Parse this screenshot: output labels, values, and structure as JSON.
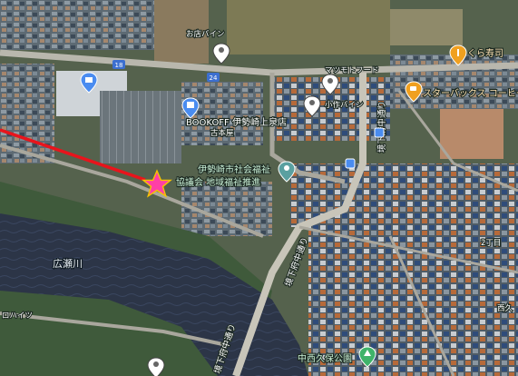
{
  "map": {
    "view": "satellite",
    "labels": {
      "river": "広瀬川",
      "road_left": "ロハイツ",
      "road_vertical_1": "境下府中通り",
      "road_vertical_2": "境下府中通り",
      "road_vertical_3": "境下府中通り",
      "road_top_marker": "お店バイン",
      "store_top": "マツモトフード",
      "store_chain": "くら寿司",
      "starbucks": "スターバックス コーヒー",
      "bookoff": "BOOKOFF 伊勢崎上泉店",
      "bookoff_sub": "古本屋",
      "welfare_line1": "伊勢崎市社会福祉",
      "welfare_line2": "協議会 地域福祉推進",
      "street_small": "小作バイン",
      "district": "2丁目",
      "park": "中西久保公園",
      "area_right": "西久",
      "route_18": "18",
      "route_24": "24"
    },
    "markers": {
      "highlight": {
        "icon": "star-marker-icon",
        "color": "#ff3fa6"
      },
      "pins": [
        {
          "name": "shopping-pin-icon",
          "color": "#4a8cf0"
        },
        {
          "name": "bookstore-pin-icon",
          "color": "#4a8cf0"
        },
        {
          "name": "location-pin-icon",
          "color": "#ffffff"
        },
        {
          "name": "cafe-pin-icon",
          "color": "#f0a020"
        },
        {
          "name": "restaurant-pin-icon",
          "color": "#f0a020"
        },
        {
          "name": "park-pin-icon",
          "color": "#3fb36a"
        },
        {
          "name": "bus-stop-icon",
          "color": "#4a8cf0"
        },
        {
          "name": "welfare-pin-icon",
          "color": "#5aa0a0"
        }
      ]
    },
    "pointer_line_color": "#e8141c"
  }
}
